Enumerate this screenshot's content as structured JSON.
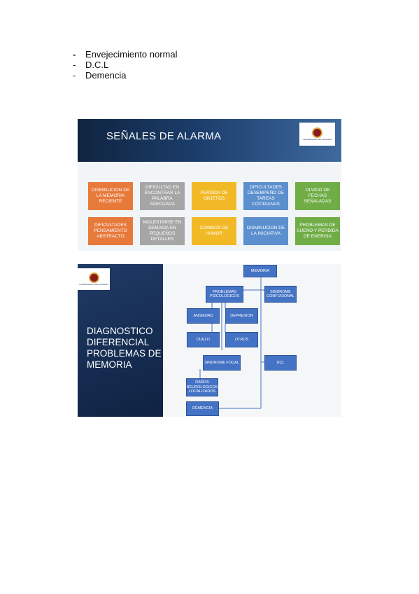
{
  "bullets": [
    {
      "marker": "-",
      "text": "Envejecimiento normal"
    },
    {
      "marker": "-",
      "text": "D.C.L"
    },
    {
      "marker": "-",
      "text": "Demencia"
    }
  ],
  "slide1": {
    "title": "SEÑALES DE ALARMA",
    "logo_text": "UNIVERSIDAD DEL ROSARIO",
    "cards": [
      "DISMINUCION DE LA MEMORIA RECIENTE",
      "DIFICULTAD EN ENCONTRAR LA PALABRA ADECUADA",
      "PERDIDA DE OBJETOS",
      "DIFICULTADES DESEMPEÑO DE TAREAS COTIDIANAS",
      "OLVIDO DE FECHAS SEÑALADAS",
      "DIFICULTADES PENSAMIENTO ABSTRACTO",
      "MOLESTARSE EN DEMASIA EN PEQUEÑOS DETALLES",
      "CAMBIOS DE HUMOR",
      "DISMINUCION DE LA INICIATIVA",
      "PROBLEMAS DE SUEÑO Y PERDIDA DE ENERGIA"
    ]
  },
  "slide2": {
    "title": "DIAGNOSTICO DIFERENCIAL PROBLEMAS DE MEMORIA",
    "logo_text": "UNIVERSIDAD DEL ROSARIO",
    "nodes": {
      "memoria": "MEMORIA",
      "problemas": "PROBLEMAS PSICOLOGICOS",
      "sindrome_confusional": "SINDROME CONFUSIONAL",
      "ansiedad": "ANSIEDAD",
      "depresion": "DEPRESION",
      "duelo": "DUELO",
      "otros": "OTROS",
      "sindrome_focal": "SINDROME FOCAL",
      "dcl": "DCL",
      "danos": "DAÑOS NEUROLOGICOS LOCALIZADOS",
      "demencia": "DEMENCIA"
    }
  },
  "colors": {
    "orange": "#e7793b",
    "gray": "#a6a6a6",
    "yellow": "#f2b926",
    "blue": "#5b8fce",
    "green": "#70ad47",
    "node_blue": "#4472c4",
    "header_dark": "#0f2440"
  }
}
